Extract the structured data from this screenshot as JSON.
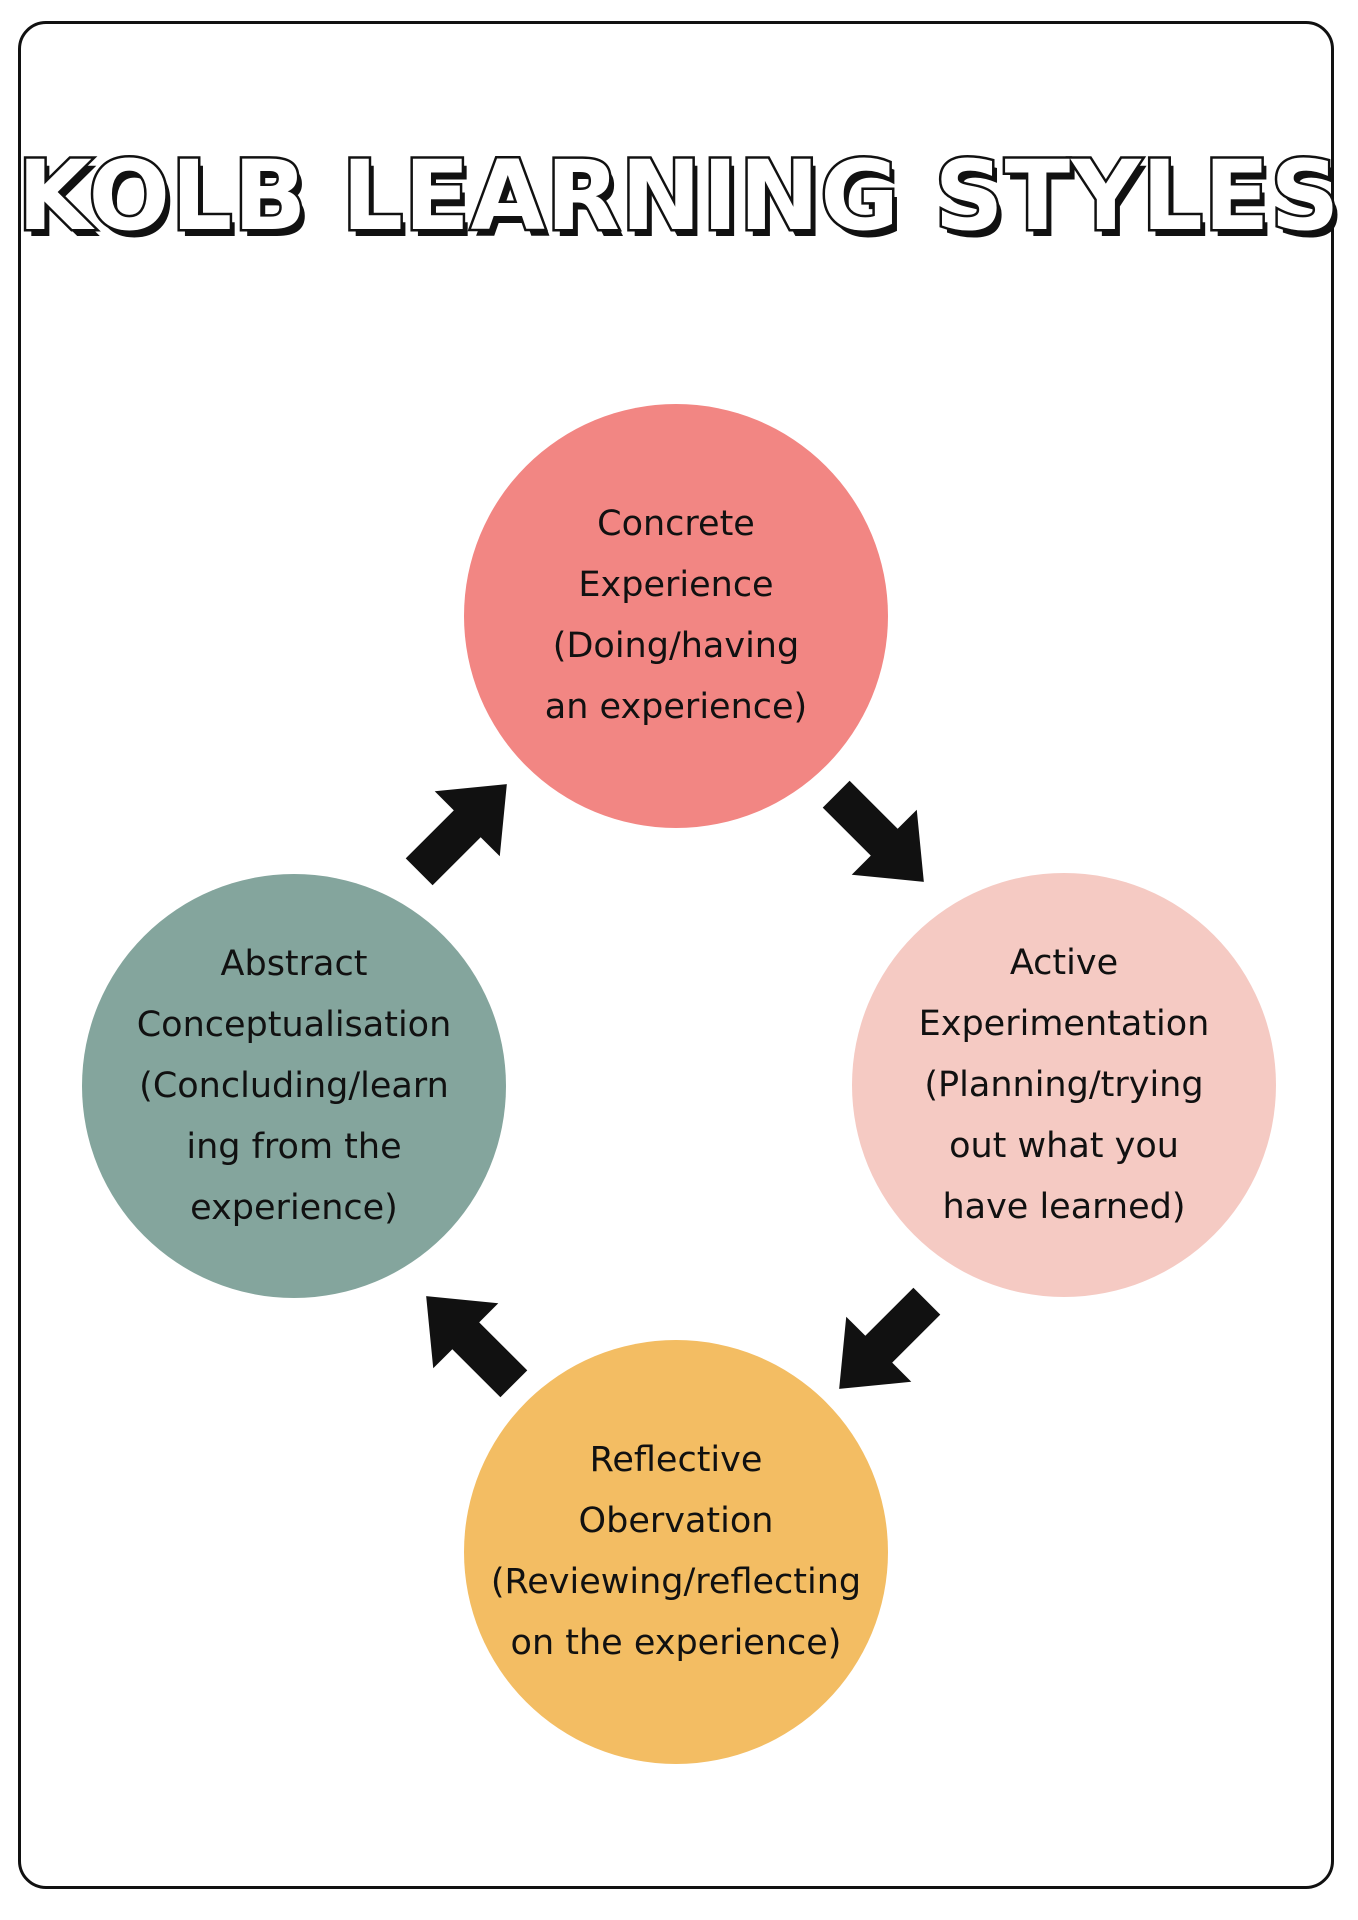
{
  "title": "KOLB LEARNING STYLES",
  "colors": {
    "concrete": "#F28683",
    "active": "#F5CAC3",
    "reflective": "#F3BD63",
    "abstract": "#84A59D",
    "arrow": "#111111"
  },
  "nodes": {
    "concrete": {
      "lines": [
        "Concrete",
        "Experience",
        "(Doing/having",
        "an experience)"
      ]
    },
    "active": {
      "lines": [
        "Active",
        "Experimentation",
        "(Planning/trying",
        "out what you",
        "have learned)"
      ]
    },
    "reflective": {
      "lines": [
        "Reflective",
        "Obervation",
        "(Reviewing/reflecting",
        "on the experience)"
      ]
    },
    "abstract": {
      "lines": [
        "Abstract",
        "Conceptualisation",
        "(Concluding/learn",
        "ing from the",
        "experience)"
      ]
    }
  }
}
